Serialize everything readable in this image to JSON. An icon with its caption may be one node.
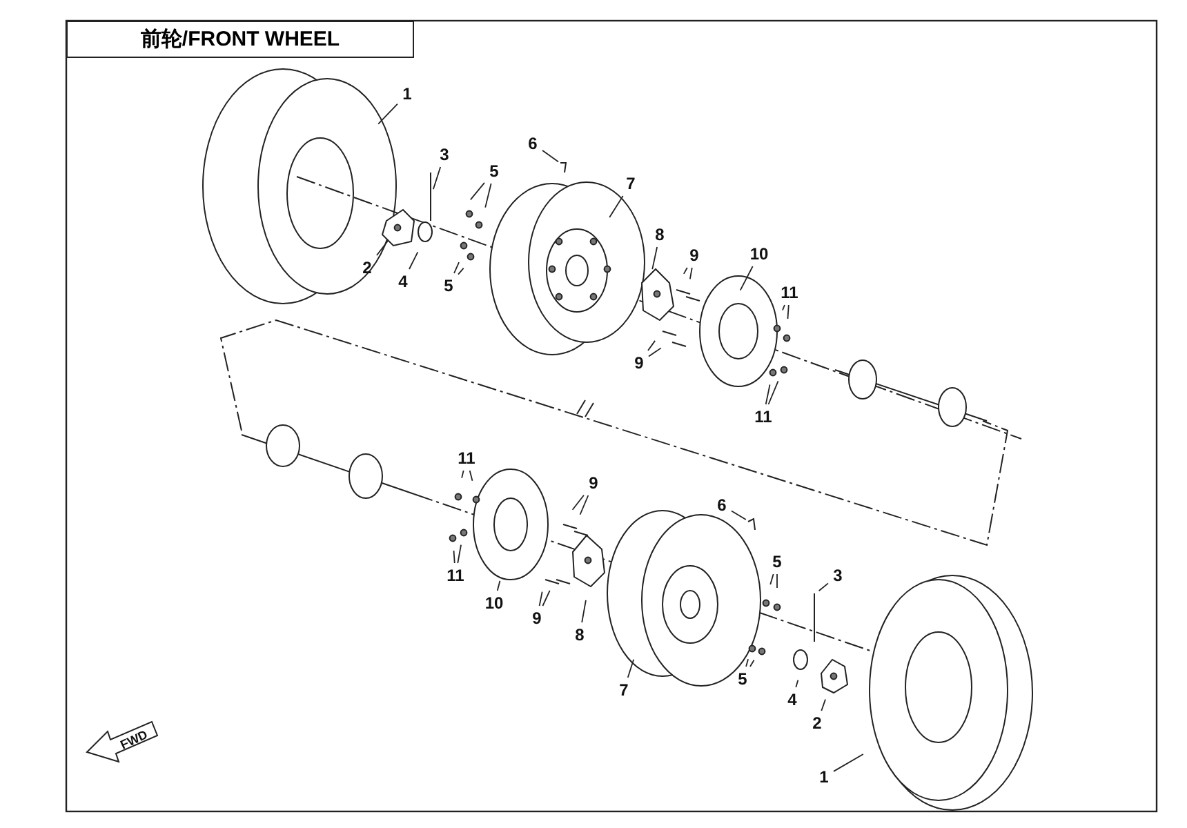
{
  "diagram": {
    "title": "前轮/FRONT WHEEL",
    "nodes": [
      {
        "text": [
          "1"
        ]
      },
      {
        "text": [
          "3"
        ]
      },
      {
        "text": [
          "6"
        ]
      },
      {
        "text": [
          "5"
        ]
      },
      {
        "text": [
          "7"
        ]
      },
      {
        "text": [
          "2"
        ]
      },
      {
        "text": [
          "4"
        ]
      },
      {
        "text": [
          "5"
        ]
      },
      {
        "text": [
          "8"
        ]
      },
      {
        "text": [
          "9"
        ]
      },
      {
        "text": [
          "10"
        ]
      },
      {
        "text": [
          "11"
        ]
      },
      {
        "text": [
          "9"
        ]
      },
      {
        "text": [
          "11"
        ]
      },
      {
        "text": [
          "11"
        ]
      },
      {
        "text": [
          "6"
        ]
      },
      {
        "text": [
          "9"
        ]
      },
      {
        "text": [
          "11"
        ]
      },
      {
        "text": [
          "5"
        ]
      },
      {
        "text": [
          "3"
        ]
      },
      {
        "text": [
          "10"
        ]
      },
      {
        "text": [
          "9"
        ]
      },
      {
        "text": [
          "8"
        ]
      },
      {
        "text": [
          "7"
        ]
      },
      {
        "text": [
          "4"
        ]
      },
      {
        "text": [
          "2"
        ]
      },
      {
        "text": [
          "5"
        ]
      },
      {
        "text": [
          "1"
        ]
      }
    ],
    "edges": [
      {
        "from": 0,
        "to": null,
        "arrow": "none"
      },
      {
        "from": 1,
        "to": null,
        "arrow": "none"
      },
      {
        "from": 2,
        "to": null,
        "arrow": "none"
      },
      {
        "from": 3,
        "to": null,
        "arrow": "none"
      },
      {
        "from": 3,
        "to": null,
        "arrow": "none"
      },
      {
        "from": 4,
        "to": null,
        "arrow": "none"
      },
      {
        "from": 5,
        "to": null,
        "arrow": "none"
      },
      {
        "from": 6,
        "to": null,
        "arrow": "none"
      },
      {
        "from": 7,
        "to": null,
        "arrow": "none"
      },
      {
        "from": 7,
        "to": null,
        "arrow": "none"
      },
      {
        "from": 8,
        "to": null,
        "arrow": "none"
      },
      {
        "from": 9,
        "to": null,
        "arrow": "none"
      },
      {
        "from": 9,
        "to": null,
        "arrow": "none"
      },
      {
        "from": 10,
        "to": null,
        "arrow": "none"
      },
      {
        "from": 11,
        "to": null,
        "arrow": "none"
      },
      {
        "from": 11,
        "to": null,
        "arrow": "none"
      },
      {
        "from": 12,
        "to": null,
        "arrow": "none"
      },
      {
        "from": 12,
        "to": null,
        "arrow": "none"
      },
      {
        "from": 13,
        "to": null,
        "arrow": "none"
      },
      {
        "from": 13,
        "to": null,
        "arrow": "none"
      },
      {
        "from": 14,
        "to": null,
        "arrow": "none"
      },
      {
        "from": 14,
        "to": null,
        "arrow": "none"
      },
      {
        "from": 15,
        "to": null,
        "arrow": "none"
      },
      {
        "from": 16,
        "to": null,
        "arrow": "none"
      },
      {
        "from": 16,
        "to": null,
        "arrow": "none"
      },
      {
        "from": 17,
        "to": null,
        "arrow": "none"
      },
      {
        "from": 17,
        "to": null,
        "arrow": "none"
      },
      {
        "from": 18,
        "to": null,
        "arrow": "none"
      },
      {
        "from": 18,
        "to": null,
        "arrow": "none"
      },
      {
        "from": 19,
        "to": null,
        "arrow": "none"
      },
      {
        "from": 20,
        "to": null,
        "arrow": "none"
      },
      {
        "from": 21,
        "to": null,
        "arrow": "none"
      },
      {
        "from": 21,
        "to": null,
        "arrow": "none"
      },
      {
        "from": 22,
        "to": null,
        "arrow": "none"
      },
      {
        "from": 23,
        "to": null,
        "arrow": "none"
      },
      {
        "from": 24,
        "to": null,
        "arrow": "none"
      },
      {
        "from": 25,
        "to": null,
        "arrow": "none"
      },
      {
        "from": 26,
        "to": null,
        "arrow": "none"
      },
      {
        "from": 26,
        "to": null,
        "arrow": "none"
      },
      {
        "from": 27,
        "to": null,
        "arrow": "none"
      }
    ],
    "labels": [
      "FWD"
    ]
  }
}
